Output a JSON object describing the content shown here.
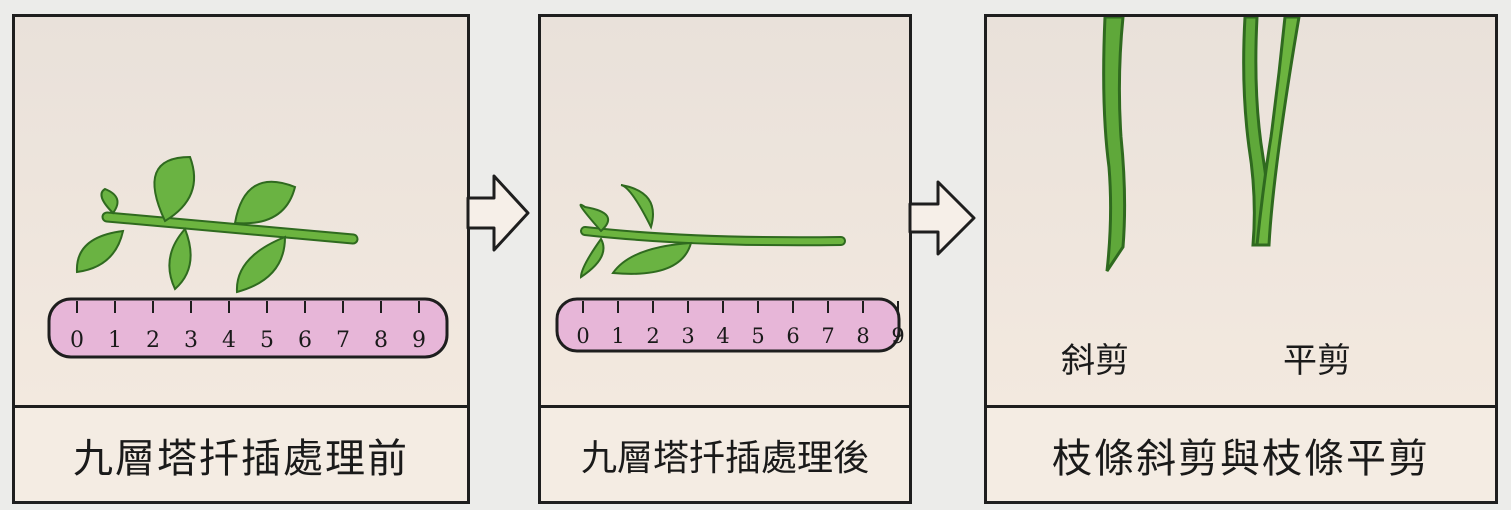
{
  "panels": [
    {
      "caption": "九層塔扦插處理前",
      "ruler_ticks": [
        "0",
        "1",
        "2",
        "3",
        "4",
        "5",
        "6",
        "7",
        "8",
        "9"
      ]
    },
    {
      "caption": "九層塔扦插處理後",
      "ruler_ticks": [
        "0",
        "1",
        "2",
        "3",
        "4",
        "5",
        "6",
        "7",
        "8",
        "9"
      ]
    },
    {
      "caption": "枝條斜剪與枝條平剪",
      "labels": {
        "oblique_cut": "斜剪",
        "flat_cut": "平剪"
      }
    }
  ],
  "colors": {
    "leaf": "#5fa83a",
    "leaf_dark": "#2f6a1f",
    "ruler": "#e7b6d8",
    "outline": "#1e1e1e",
    "paper": "#efe6dd"
  },
  "icons": [
    "arrow-right-icon"
  ]
}
